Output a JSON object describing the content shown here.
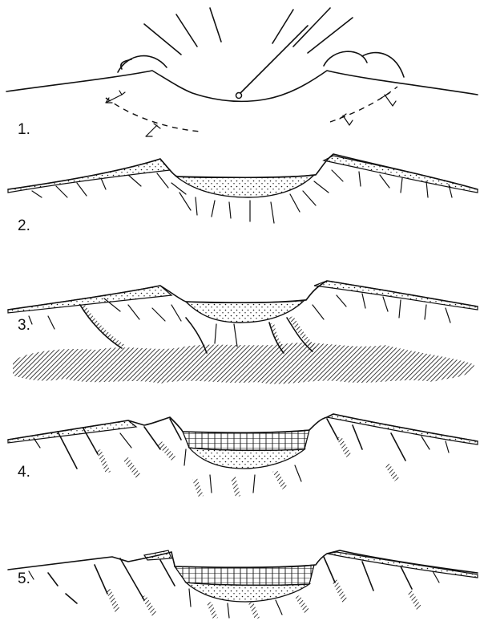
{
  "stages": [
    {
      "id": "1",
      "label": "1."
    },
    {
      "id": "2",
      "label": "2."
    },
    {
      "id": "3",
      "label": "3."
    },
    {
      "id": "4",
      "label": "4."
    },
    {
      "id": "5",
      "label": "5."
    }
  ]
}
